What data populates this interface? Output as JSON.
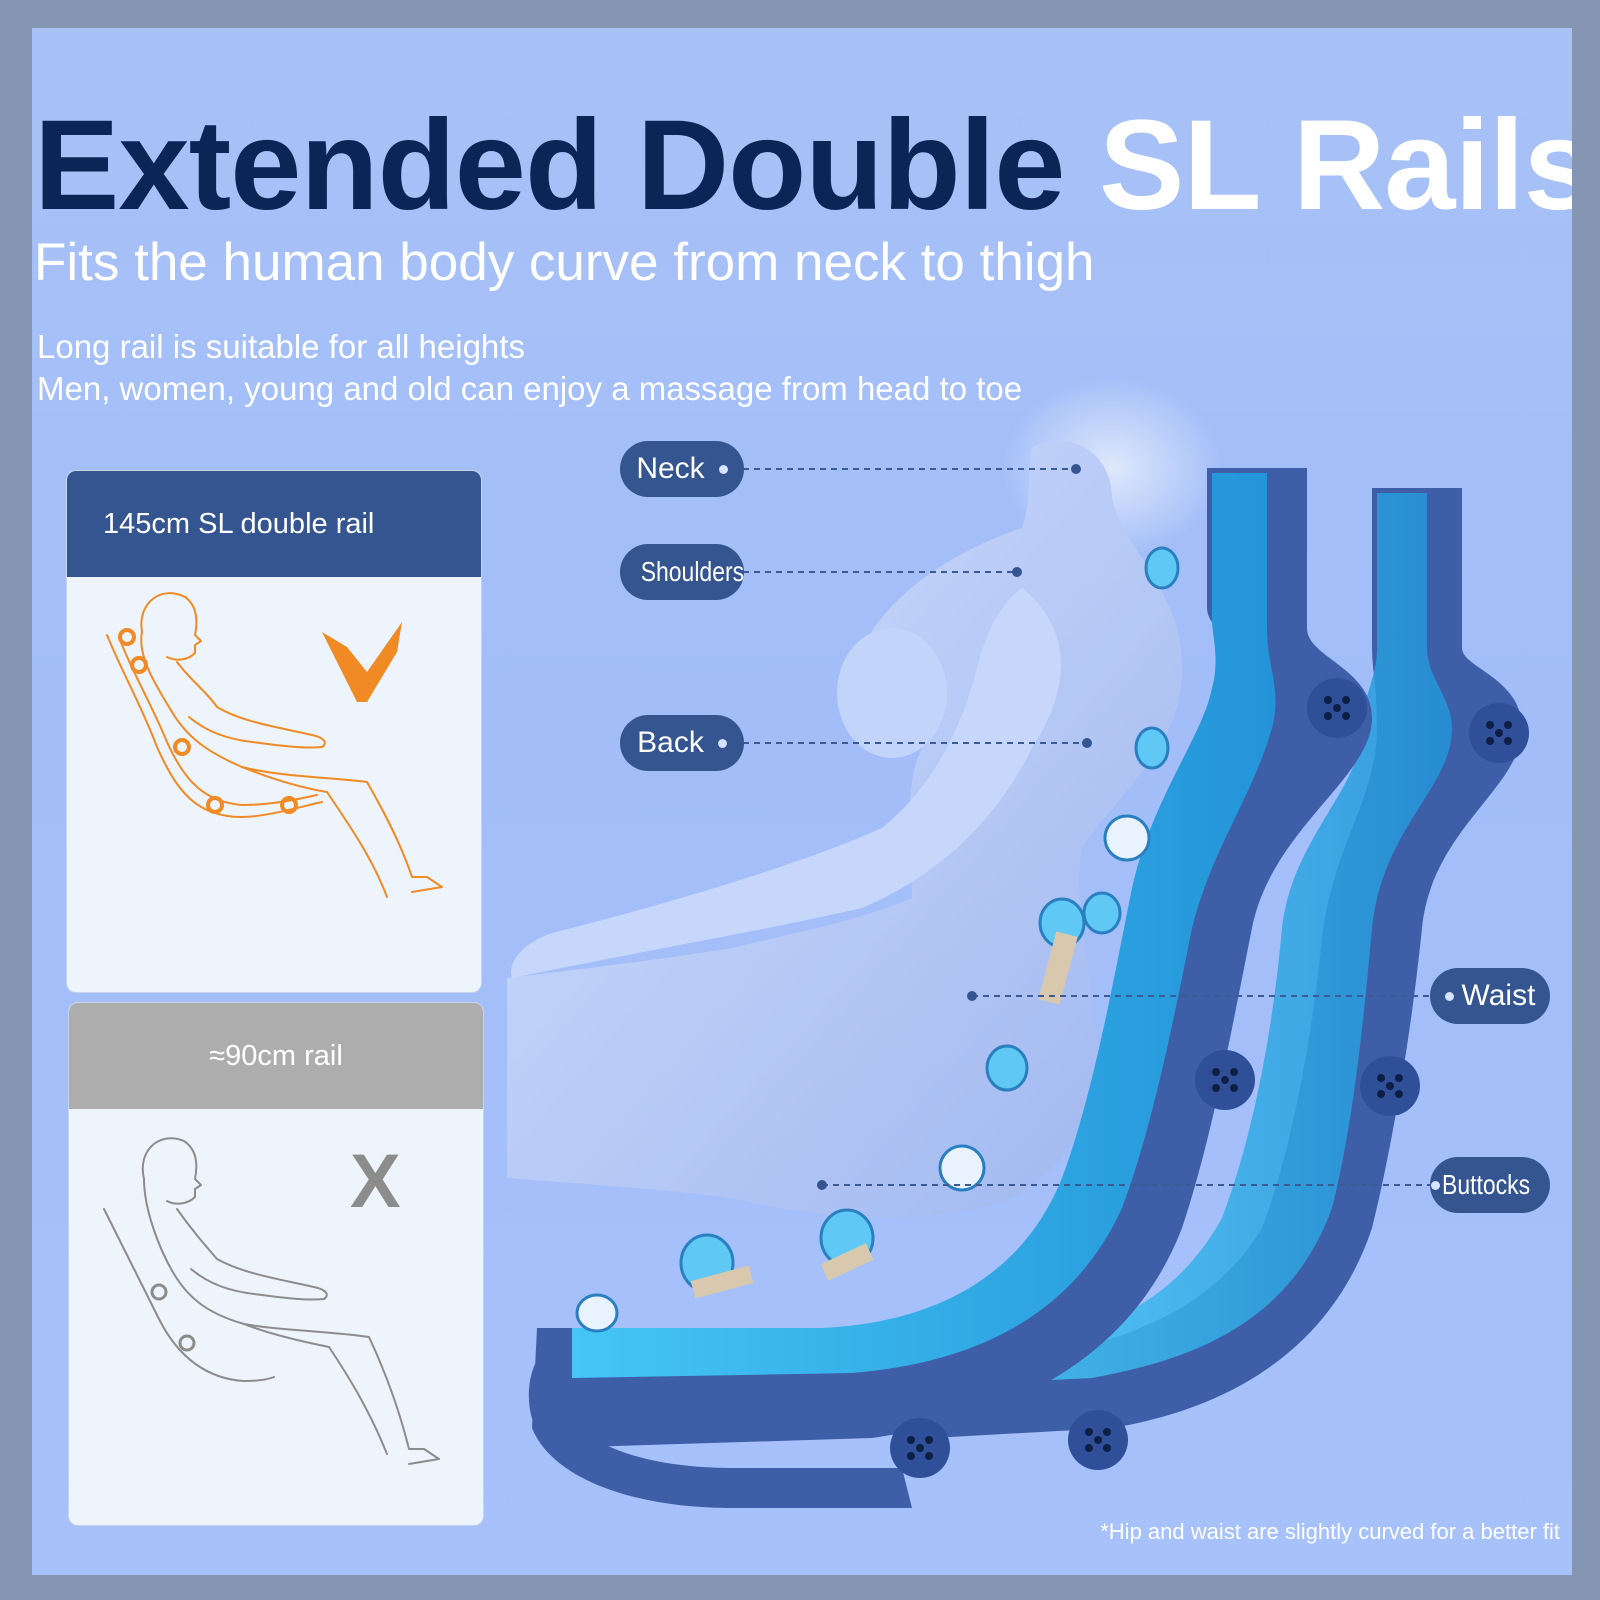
{
  "title": {
    "main": "Extended Double ",
    "accent": "SL Rails"
  },
  "subtitle": "Fits the human body curve from neck to thigh",
  "description": {
    "line1": "Long rail is suitable for all heights",
    "line2": "Men, women, young and old can enjoy a massage from head to toe"
  },
  "cards": {
    "good": {
      "label": "145cm SL double rail",
      "mark": "check-icon",
      "color": "#f08a24"
    },
    "bad": {
      "label": "≈90cm rail",
      "mark": "X",
      "color": "#8c8c8c"
    }
  },
  "labels": {
    "neck": "Neck",
    "shoulders": "Shoulders",
    "back": "Back",
    "waist": "Waist",
    "buttocks": "Buttocks"
  },
  "footnote": "*Hip and waist are slightly curved for a better fit",
  "colors": {
    "title": "#0c2557",
    "accent": "#ffffff",
    "pill": "#34558f",
    "rail": "#2ea2e4",
    "frame": "#3e5fa8",
    "background": "#a4bffa"
  }
}
